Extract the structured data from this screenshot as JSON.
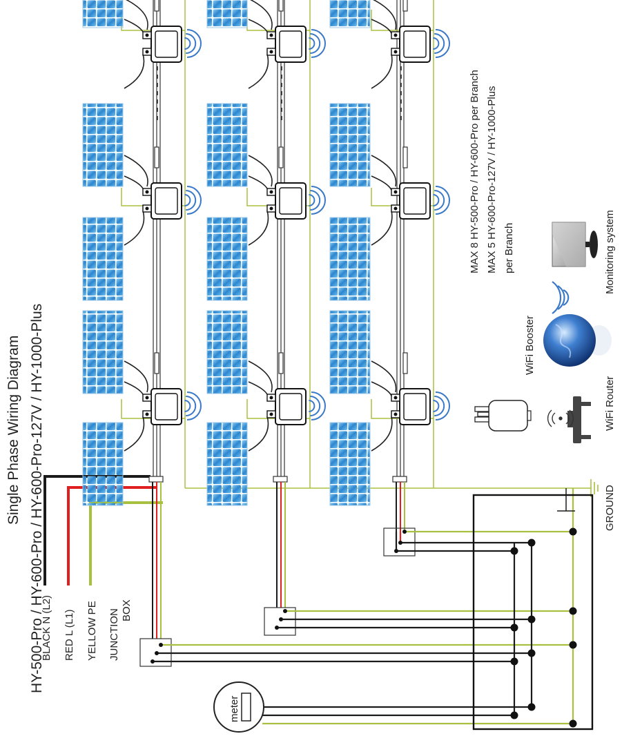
{
  "title": {
    "line1": "Single Phase Wiring Diagram",
    "line2": "HY-500-Pro / HY-600-Pro / HY-600-Pro-127V / HY-1000-Plus"
  },
  "legend": {
    "black": "BLACK N (L2)",
    "red": "RED L (L1)",
    "yellow": "YELLOW  PE",
    "junction1": "JUNCTION",
    "junction2": "BOX"
  },
  "ground_label": "GROUND",
  "meter_label": "meter",
  "max_note": {
    "line1": "MAX 8 HY-500-Pro / HY-600-Pro per Branch",
    "line2": "MAX 5 HY-600-Pro-127V / HY-1000-Plus",
    "line3": "per Branch"
  },
  "devices": {
    "booster": "WiFi Booster",
    "router": "WiFi Router",
    "monitoring": "Monitoring system"
  },
  "colors": {
    "black": "#1a1a1a",
    "red": "#e02020",
    "yellow": "#a8c040",
    "panel_dark": "#1f6fb8",
    "panel_light": "#6fb6e8",
    "wifi": "#3a78c8"
  }
}
